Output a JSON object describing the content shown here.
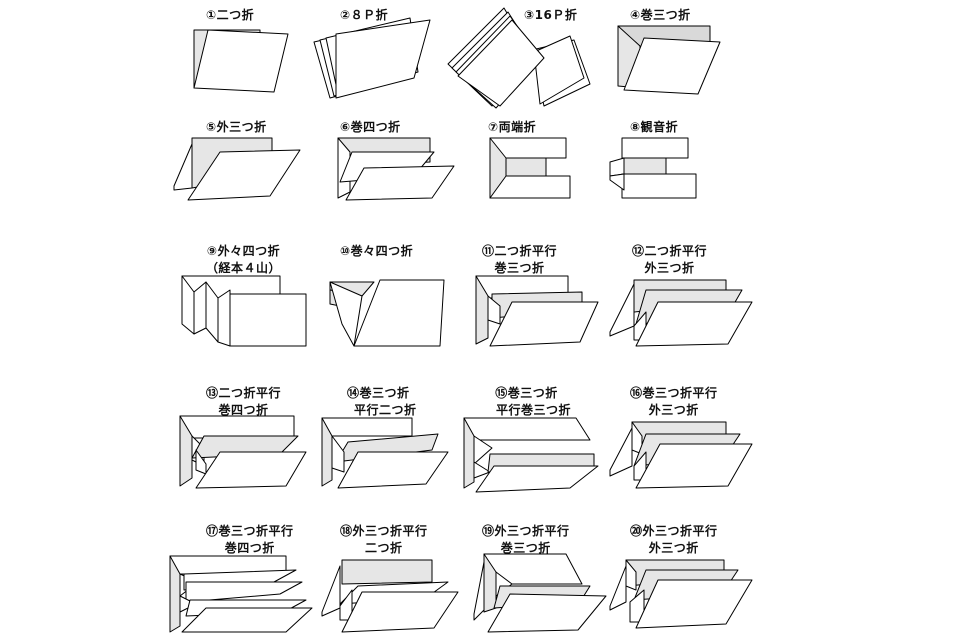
{
  "items": [
    {
      "lines": [
        "①二つ折"
      ]
    },
    {
      "lines": [
        "②８Ｐ折"
      ]
    },
    {
      "lines": [
        "③16Ｐ折"
      ]
    },
    {
      "lines": [
        "④巻三つ折"
      ]
    },
    {
      "lines": [
        "⑤外三つ折"
      ]
    },
    {
      "lines": [
        "⑥巻四つ折"
      ]
    },
    {
      "lines": [
        "⑦両端折"
      ]
    },
    {
      "lines": [
        "⑧観音折"
      ]
    },
    {
      "lines": [
        "⑨外々四つ折",
        "（経本４山）"
      ]
    },
    {
      "lines": [
        "⑩巻々四つ折"
      ]
    },
    {
      "lines": [
        "⑪二つ折平行",
        "巻三つ折"
      ]
    },
    {
      "lines": [
        "⑫二つ折平行",
        "外三つ折"
      ]
    },
    {
      "lines": [
        "⑬二つ折平行",
        "巻四つ折"
      ]
    },
    {
      "lines": [
        "⑭巻三つ折",
        "平行二つ折"
      ]
    },
    {
      "lines": [
        "⑮巻三つ折",
        "平行巻三つ折"
      ]
    },
    {
      "lines": [
        "⑯巻三つ折平行",
        "外三つ折"
      ]
    },
    {
      "lines": [
        "⑰巻三つ折平行",
        "巻四つ折"
      ]
    },
    {
      "lines": [
        "⑱外三つ折平行",
        "二つ折"
      ]
    },
    {
      "lines": [
        "⑲外三つ折平行",
        "巻三つ折"
      ]
    },
    {
      "lines": [
        "⑳外三つ折平行",
        "外三つ折"
      ]
    }
  ]
}
